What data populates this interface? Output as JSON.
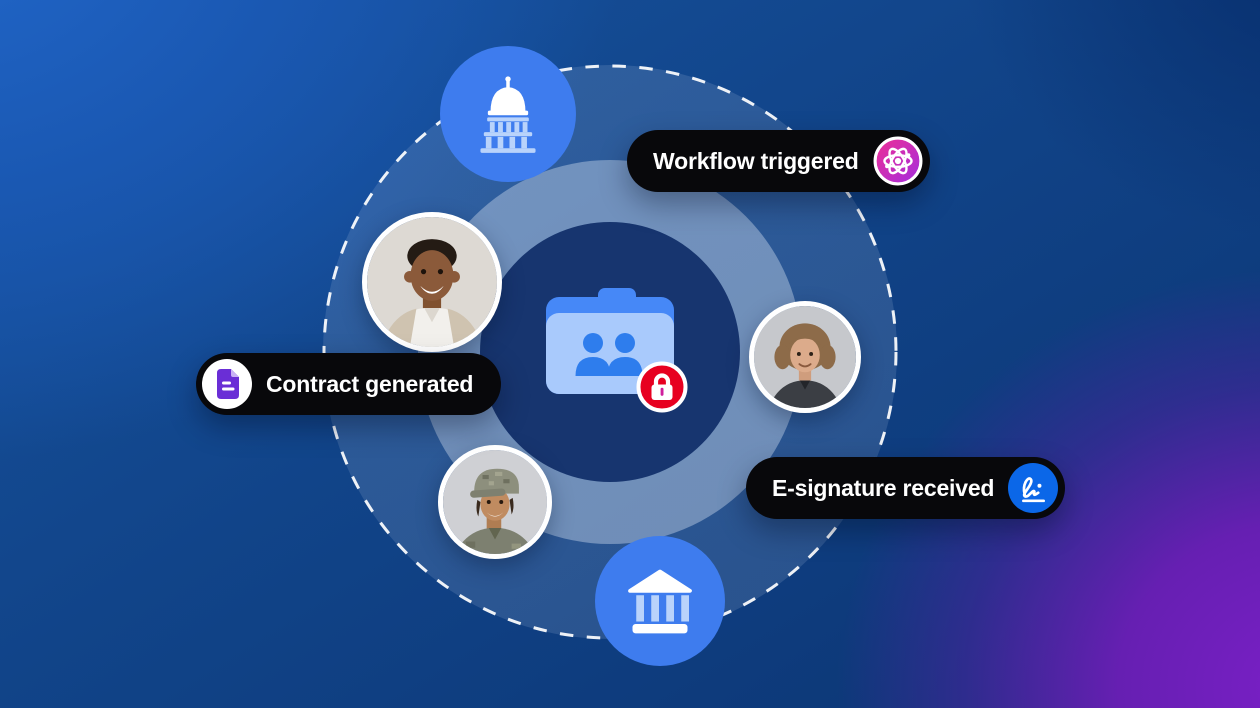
{
  "scene": {
    "description": "Workflow hero illustration with central secure shared folder, orbit of people and institutions, and three workflow step badges",
    "orbit_style": "white dashed circle"
  },
  "colors": {
    "background_blue": "#1a58b2",
    "background_navy": "#0b3472",
    "background_purple": "#7a1fc6",
    "node_blue": "#3e7cee",
    "inner_disc_navy": "#17356f",
    "pill_black": "#08080b",
    "folder_back": "#4688f7",
    "folder_front": "#a9cafc",
    "folder_people": "#2e7ded",
    "lock_red": "#e70020",
    "lock_keyhole_pink": "#cf1f9c",
    "atom_pink": "#ee2f94",
    "atom_purple": "#a32ce0",
    "doc_purple": "#6a2ed6",
    "esign_blue": "#0b67e8"
  },
  "badges": [
    {
      "id": "workflow",
      "label": "Workflow triggered",
      "icon": "atom-icon",
      "icon_side": "right"
    },
    {
      "id": "contract",
      "label": "Contract generated",
      "icon": "document-icon",
      "icon_side": "left"
    },
    {
      "id": "esignature",
      "label": "E-signature received",
      "icon": "signature-icon",
      "icon_side": "right"
    }
  ],
  "center": {
    "icon": "shared-folder-icon",
    "badge_icon": "lock-icon"
  },
  "nodes": [
    {
      "id": "capitol",
      "icon": "capitol-building-icon",
      "description": "government capitol building in blue circle"
    },
    {
      "id": "bank",
      "icon": "bank-building-icon",
      "description": "bank building in blue circle"
    },
    {
      "id": "avatar-man",
      "icon": "avatar-man",
      "description": "smiling man portrait"
    },
    {
      "id": "avatar-woman",
      "icon": "avatar-woman",
      "description": "short-haired woman portrait"
    },
    {
      "id": "avatar-soldier",
      "icon": "avatar-soldier",
      "description": "woman soldier in camouflage portrait"
    }
  ]
}
